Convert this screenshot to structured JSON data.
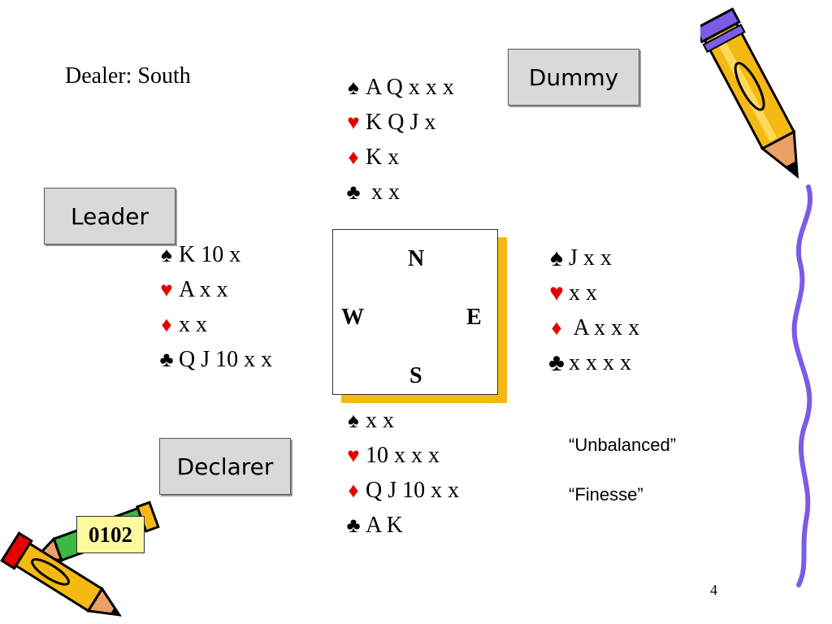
{
  "dealer": "Dealer: South",
  "labels": {
    "dummy": "Dummy",
    "leader": "Leader",
    "declarer": "Declarer"
  },
  "compass": {
    "n": "N",
    "w": "W",
    "e": "E",
    "s": "S"
  },
  "hands": {
    "north": {
      "spades": "A Q x x x",
      "hearts": "K Q J x",
      "diamonds": "K x",
      "clubs": " x x"
    },
    "west": {
      "spades": "K 10 x",
      "hearts": "A x x",
      "diamonds": "x x",
      "clubs": "Q J 10 x x"
    },
    "east": {
      "spades": "J x x",
      "hearts": "x x",
      "diamonds": " A x x x",
      "clubs": "x x x x"
    },
    "south": {
      "spades": "x x",
      "hearts": "10 x x x",
      "diamonds": "Q J 10 x x",
      "clubs": "A K"
    }
  },
  "suits": {
    "spades": "♠",
    "hearts": "♥",
    "diamonds": "♦",
    "clubs": "♣"
  },
  "quotes": {
    "unbalanced": "“Unbalanced”",
    "finesse": "“Finesse”"
  },
  "code": "0102",
  "page_number": "4",
  "colors": {
    "red_suit": "#e60000",
    "label_box": "#d9d9d9",
    "compass_shadow": "#f5b914",
    "code_box": "#fff9a0"
  }
}
